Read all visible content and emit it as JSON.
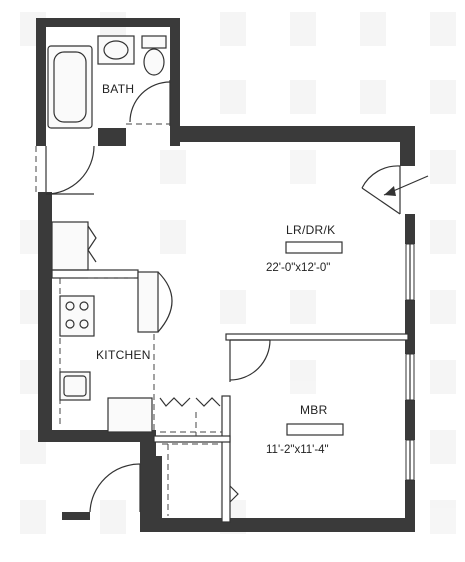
{
  "rooms": {
    "bath": {
      "label": "BATH"
    },
    "living": {
      "label": "LR/DR/K",
      "dimensions": "22'-0\"x12'-0\""
    },
    "kitchen": {
      "label": "KITCHEN"
    },
    "bedroom": {
      "label": "MBR",
      "dimensions": "11'-2\"x11'-4\""
    }
  }
}
